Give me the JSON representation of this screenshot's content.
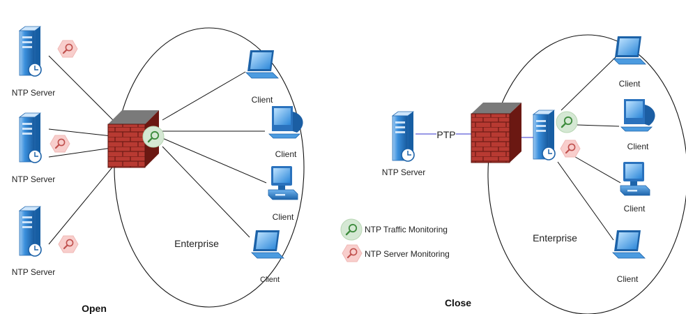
{
  "open": {
    "caption": "Open",
    "enterprise_label": "Enterprise",
    "ntp_servers": [
      {
        "label": "NTP Server"
      },
      {
        "label": "NTP Server"
      },
      {
        "label": "NTP Server"
      }
    ],
    "clients": [
      {
        "label": "Client",
        "kind": "laptop"
      },
      {
        "label": "Client",
        "kind": "imac"
      },
      {
        "label": "Client",
        "kind": "desktop"
      },
      {
        "label": "Client",
        "kind": "laptop"
      }
    ]
  },
  "close": {
    "caption": "Close",
    "enterprise_label": "Enterprise",
    "ntp_server": {
      "label": "NTP Server"
    },
    "link_label": "PTP",
    "clients": [
      {
        "label": "Client",
        "kind": "laptop"
      },
      {
        "label": "Client",
        "kind": "imac"
      },
      {
        "label": "Client",
        "kind": "desktop"
      },
      {
        "label": "Client",
        "kind": "laptop"
      }
    ]
  },
  "legend": [
    {
      "label": "NTP Traffic Monitoring",
      "icon": "ntp-traffic-monitoring-icon"
    },
    {
      "label": "NTP Server Monitoring",
      "icon": "ntp-server-monitoring-icon"
    }
  ],
  "colors": {
    "traffic_monitor": "#d5e8d4",
    "traffic_monitor_stroke": "#82b366",
    "server_monitor": "#f8cecc",
    "server_monitor_stroke": "#e0a3a1",
    "firewall_brick": "#b83a32",
    "ptp_link": "#5b5bd6",
    "server_body": "#2d7fd0"
  }
}
